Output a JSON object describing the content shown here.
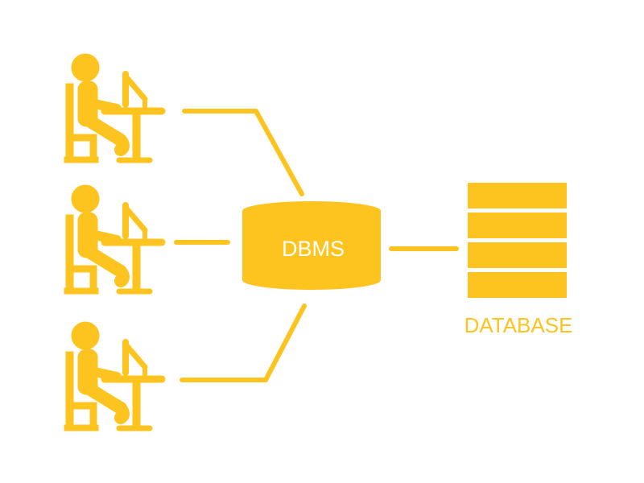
{
  "colors": {
    "accent": "#fdc31f",
    "text_on_accent": "#ffffff"
  },
  "users": [
    {
      "icon": "user-at-computer-icon"
    },
    {
      "icon": "user-at-computer-icon"
    },
    {
      "icon": "user-at-computer-icon"
    }
  ],
  "dbms": {
    "label": "DBMS",
    "icon": "cylinder-icon"
  },
  "database": {
    "label": "DATABASE",
    "icon": "stacked-records-icon",
    "rows": 4
  }
}
